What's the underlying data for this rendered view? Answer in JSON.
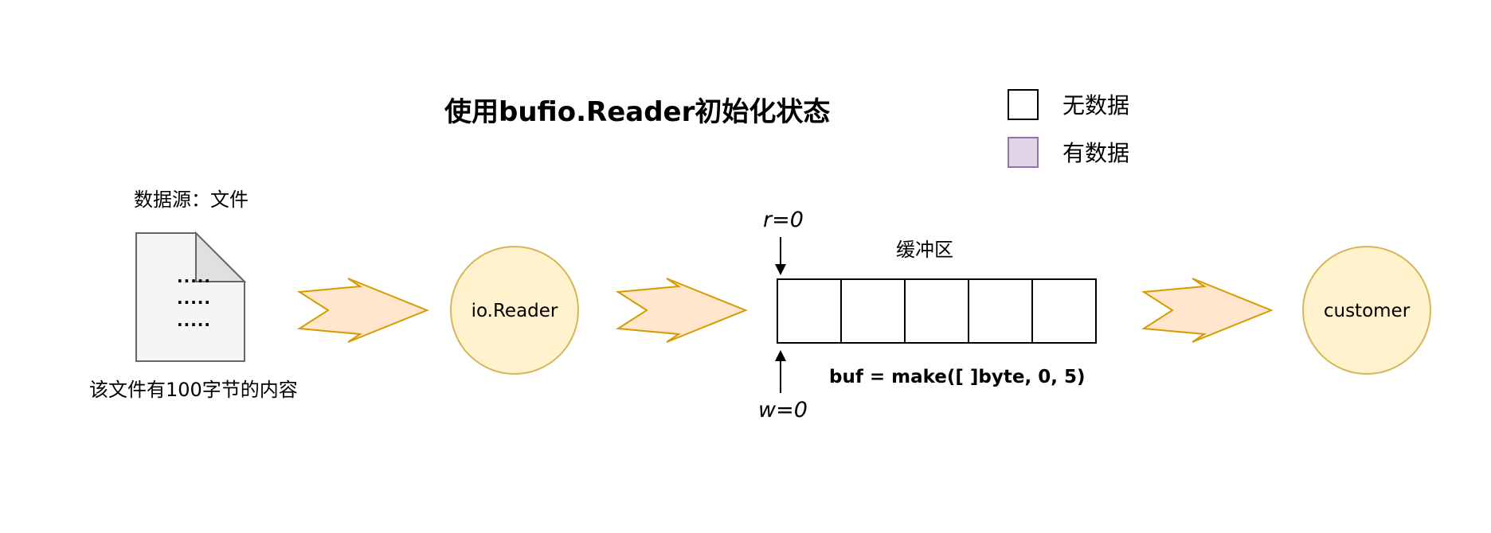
{
  "title": "使用bufio.Reader初始化状态",
  "legend": {
    "empty_label": "无数据",
    "filled_label": "有数据",
    "empty_color": "#ffffff",
    "filled_color": "#e1d5e7",
    "filled_stroke": "#9673a6"
  },
  "source": {
    "label": "数据源：文件",
    "caption": "该文件有100字节的内容",
    "lines": [
      ".....",
      ".....",
      "....."
    ]
  },
  "reader": {
    "label": "io.Reader"
  },
  "buffer": {
    "label": "缓冲区",
    "cell_count": 5,
    "r_pointer": "r=0",
    "w_pointer": "w=0",
    "code": "buf = make([ ]byte, 0, 5)"
  },
  "consumer": {
    "label": "customer"
  },
  "colors": {
    "node_fill": "#fff2cc",
    "node_stroke": "#d6b656",
    "arrow_fill": "#ffe6cc",
    "arrow_stroke": "#d79b00",
    "doc_fill": "#f5f5f5",
    "doc_stroke": "#666666"
  }
}
